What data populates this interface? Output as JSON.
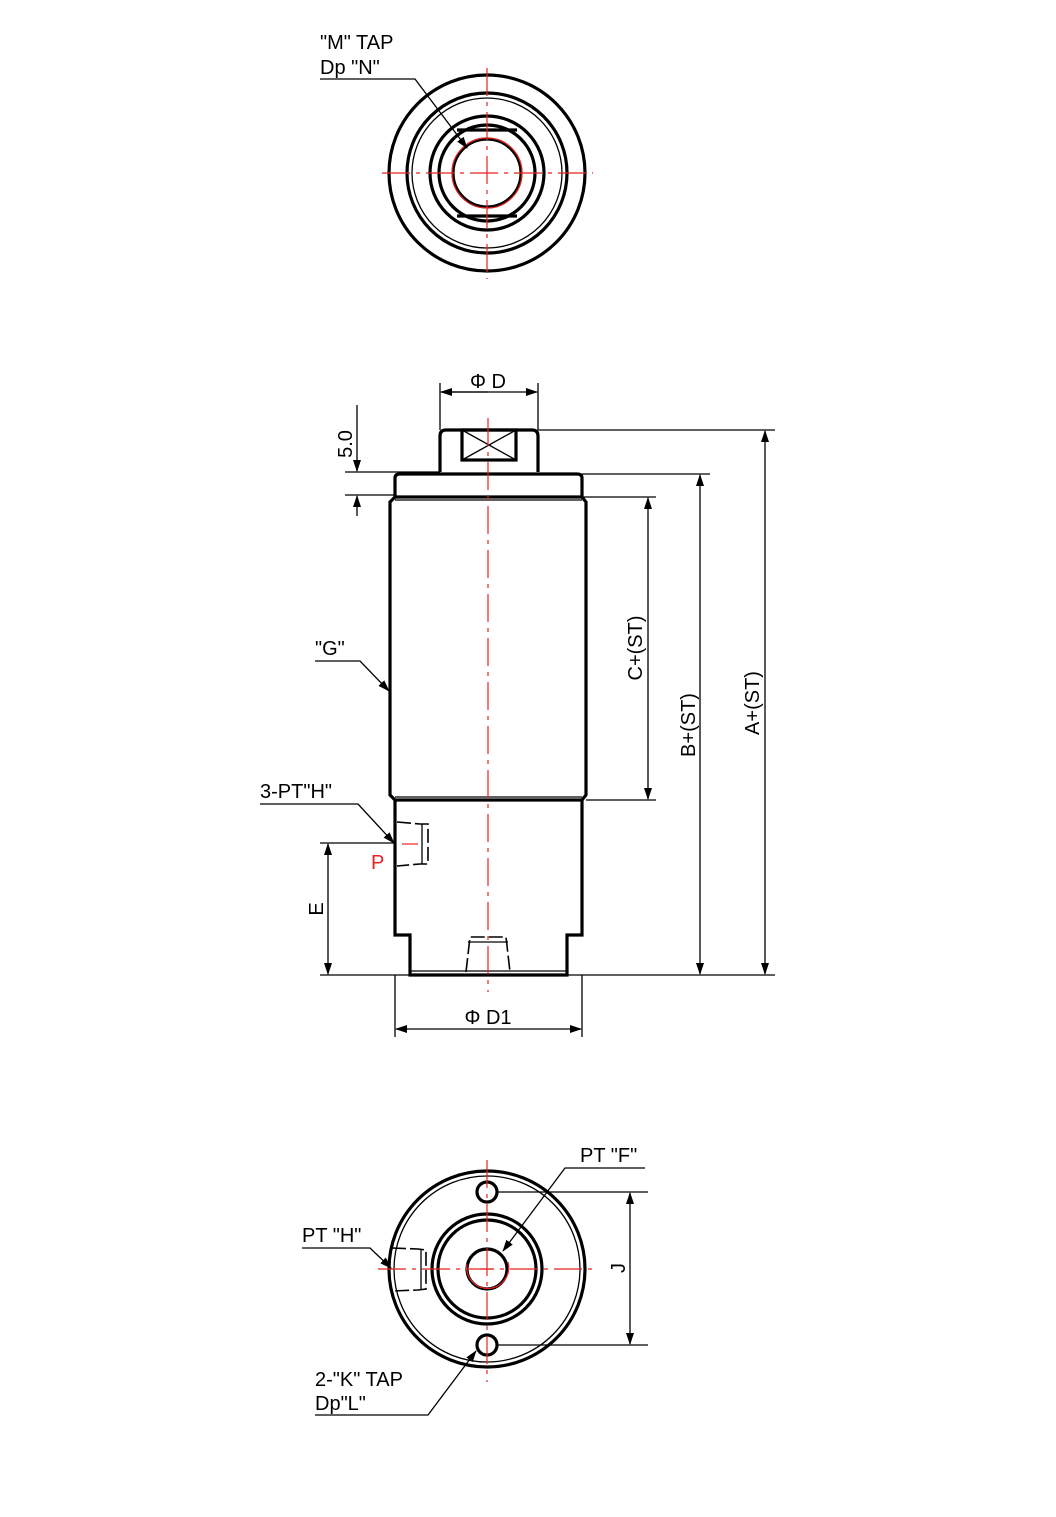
{
  "top_view": {
    "tap_label_line1": "\"M\" TAP",
    "tap_label_line2": "Dp \"N\""
  },
  "side_view": {
    "dim_d": "Φ D",
    "dim_5": "5.0",
    "dim_a": "A+(ST)",
    "dim_b": "B+(ST)",
    "dim_c": "C+(ST)",
    "thread_g": "\"G\"",
    "port_h": "3-PT\"H\"",
    "port_p": "P",
    "dim_e": "E",
    "dim_d1": "Φ D1"
  },
  "bottom_view": {
    "port_f": "PT \"F\"",
    "port_h": "PT \"H\"",
    "dim_j": "J",
    "tap_k_line1": "2-\"K\" TAP",
    "tap_k_line2": "Dp\"L\""
  },
  "colors": {
    "line": "#000000",
    "center": "#e8231f",
    "port_label": "#e8231f"
  }
}
